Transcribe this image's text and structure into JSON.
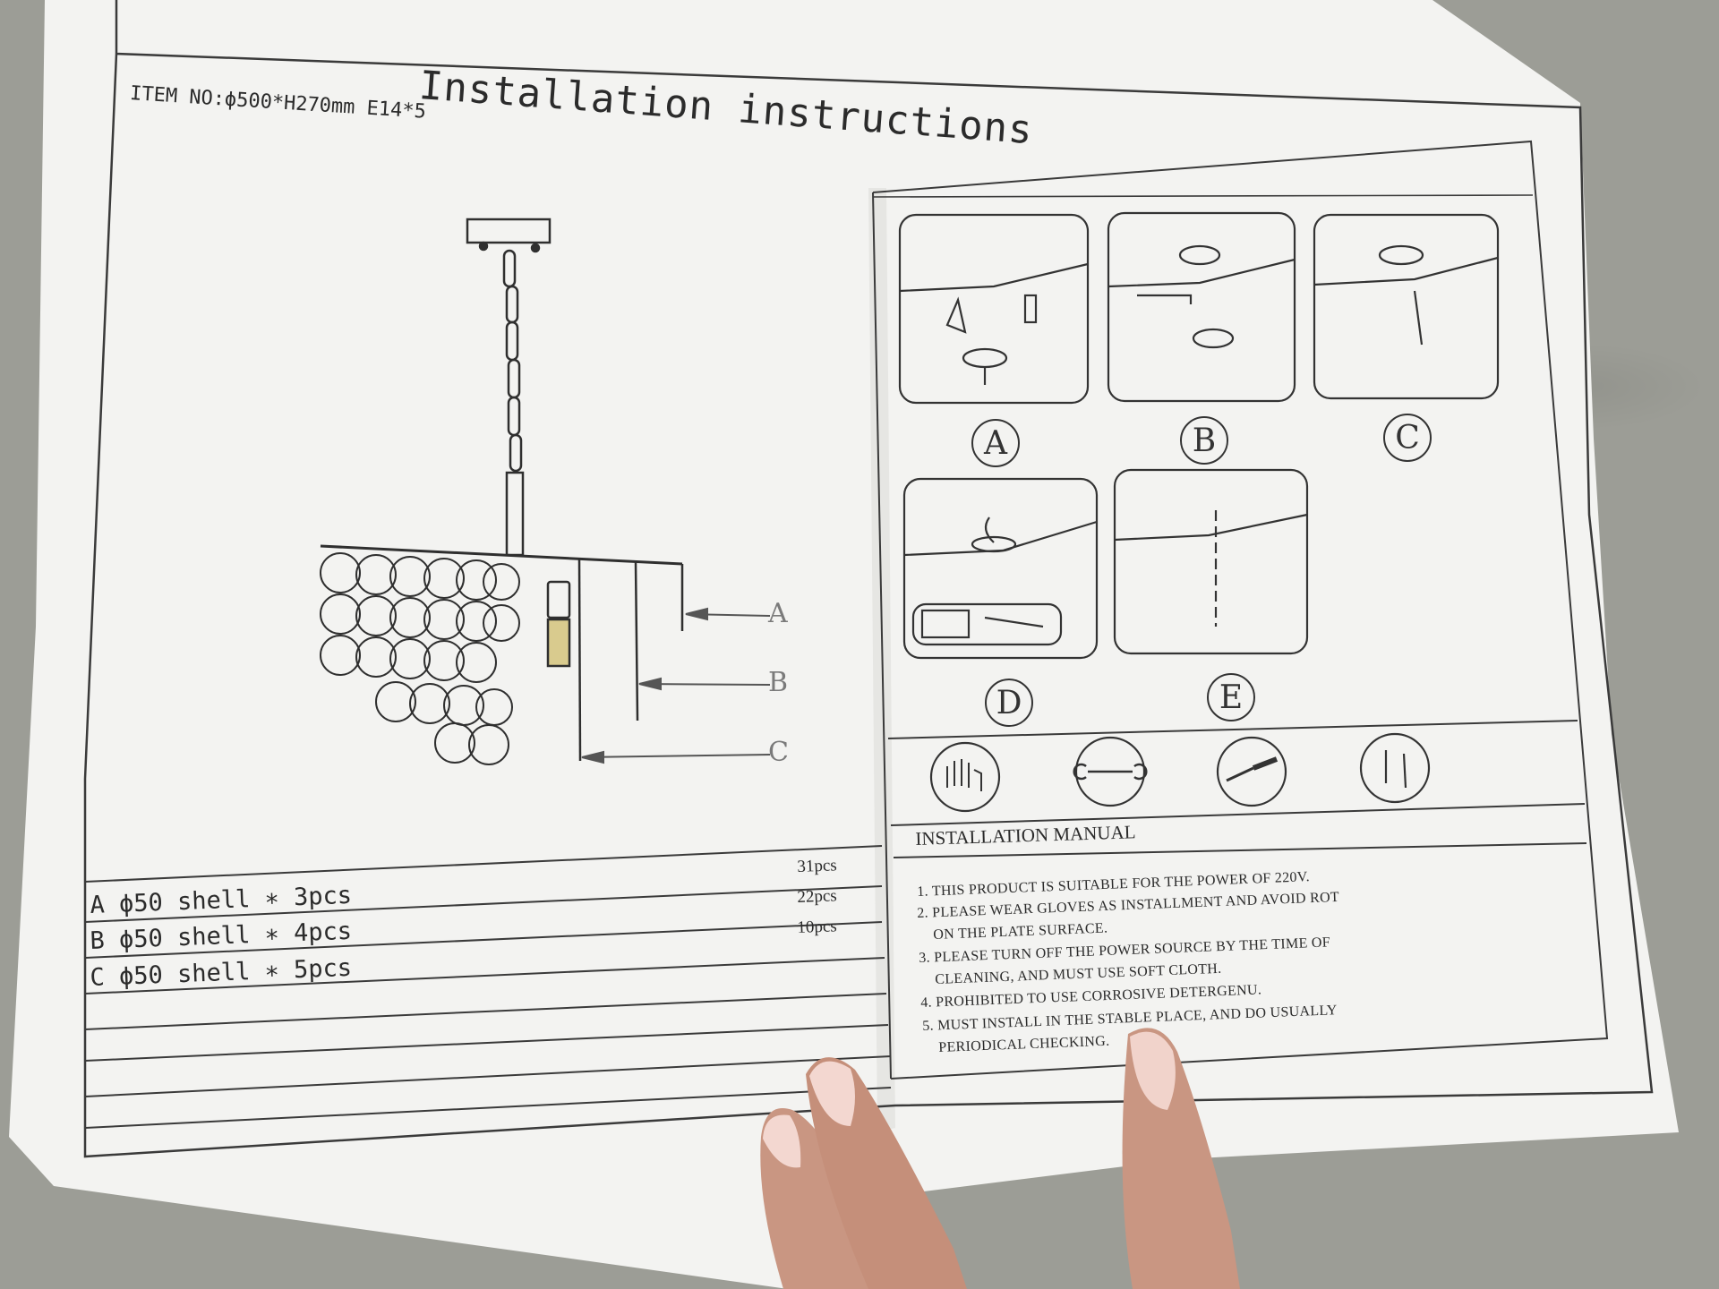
{
  "document": {
    "title": "Installation instructions",
    "item_no": "ITEM NO:ϕ500*H270mm  E14*5"
  },
  "diagram": {
    "callouts": [
      "A",
      "B",
      "C"
    ]
  },
  "steps": [
    {
      "label": "A"
    },
    {
      "label": "B"
    },
    {
      "label": "C"
    },
    {
      "label": "D"
    },
    {
      "label": "E"
    }
  ],
  "tools": [
    {
      "icon": "gloves-icon"
    },
    {
      "icon": "wrench-icon"
    },
    {
      "icon": "screwdriver-icon"
    },
    {
      "icon": "screws-icon"
    }
  ],
  "parts": [
    {
      "row": "A  ϕ50 shell ∗ 3pcs",
      "count": "31pcs"
    },
    {
      "row": "B  ϕ50 shell ∗ 4pcs",
      "count": "22pcs"
    },
    {
      "row": "C  ϕ50 shell ∗ 5pcs",
      "count": "10pcs"
    }
  ],
  "manual": {
    "heading": "INSTALLATION MANUAL",
    "notes": [
      "1. THIS PRODUCT IS SUITABLE FOR THE POWER OF 220V.",
      "2. PLEASE WEAR GLOVES AS INSTALLMENT AND AVOID ROT",
      "ON THE PLATE SURFACE.",
      "3. PLEASE TURN OFF THE POWER SOURCE BY THE TIME OF",
      "CLEANING, AND MUST USE SOFT CLOTH.",
      "4. PROHIBITED TO USE CORROSIVE DETERGENU.",
      "5. MUST INSTALL IN THE STABLE PLACE, AND DO USUALLY",
      "PERIODICAL CHECKING."
    ]
  },
  "colors": {
    "paper": "#f3f3f1",
    "ink": "#2b2b2b",
    "background": "#9c9d96",
    "skin": "#c99682",
    "nail": "#f3d7d0"
  }
}
